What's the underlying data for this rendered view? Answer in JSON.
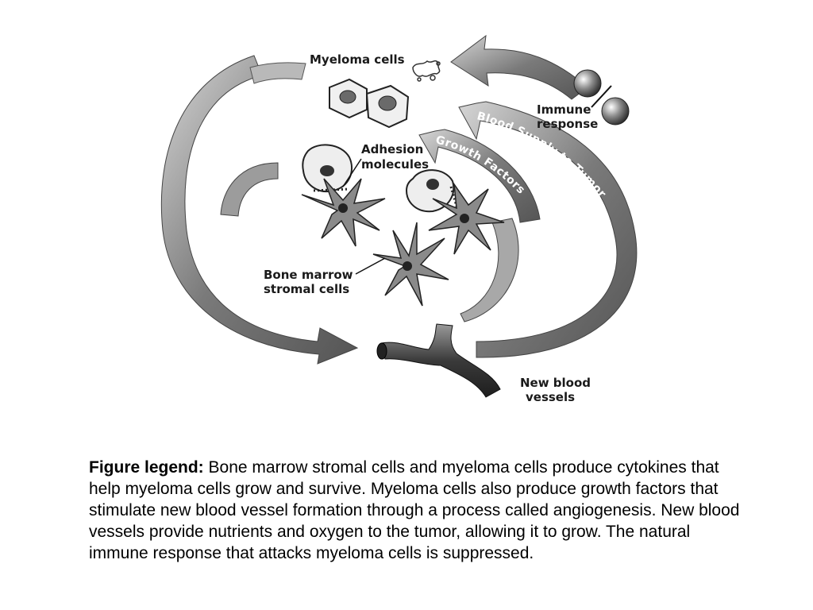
{
  "labels": {
    "myeloma_cells": "Myeloma cells",
    "immune_response_line1": "Immune",
    "immune_response_line2": "response",
    "adhesion_line1": "Adhesion",
    "adhesion_line2": "molecules",
    "stromal_line1": "Bone marrow",
    "stromal_line2": "stromal cells",
    "vessels_line1": "New blood",
    "vessels_line2": "vessels"
  },
  "arrows": {
    "growth_factors_left": "Growth Factors",
    "growth_factors_inner": "Growth Factors",
    "blood_supply": "Blood Supply to Tumor"
  },
  "legend": {
    "title": "Figure legend:",
    "text": "Bone marrow stromal cells and myeloma cells produce cytokines that help myeloma cells grow and survive. Myeloma cells also produce growth factors that stimulate new blood vessel formation through a process called angiogenesis. New blood vessels provide nutrients and oxygen to the tumor, allowing it to grow. The natural immune response that attacks myeloma cells is suppressed."
  },
  "colors": {
    "arrow_fill": "#6e6e6e",
    "arrow_light": "#bdbdbd",
    "cell_fill": "#e8e8e8"
  }
}
